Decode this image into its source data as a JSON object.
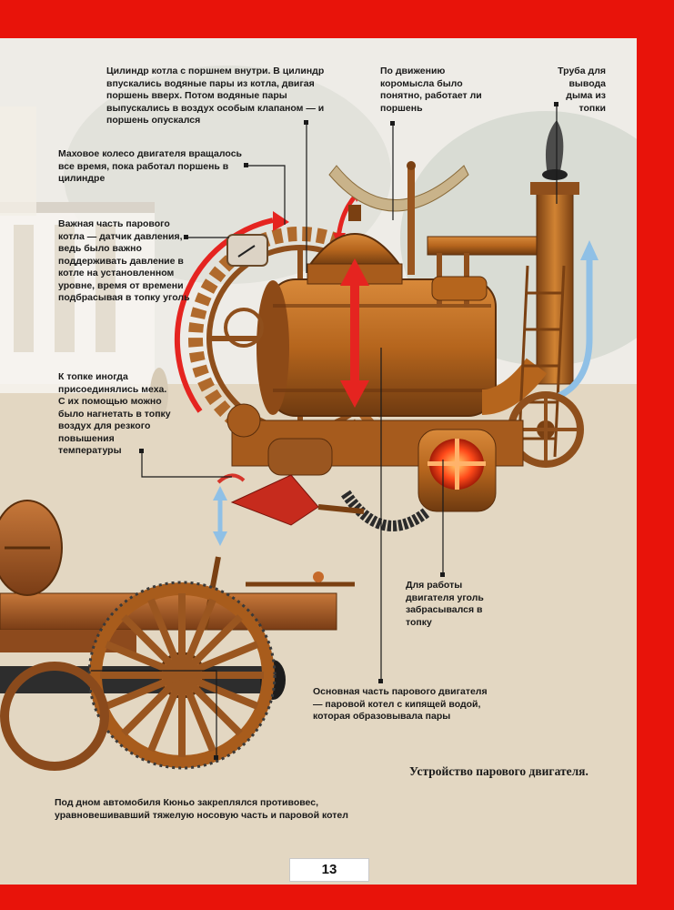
{
  "annotations": {
    "cylinder": "Цилиндр котла с поршнем внутри. В цилиндр впускались водяные пары из котла, двигая поршень вверх. Потом водяные пары выпускались в воздух особым клапаном — и поршень опускался",
    "rocker": "По движению коромысла было понятно, работает ли поршень",
    "chimney": "Труба для вывода дыма из топки",
    "flywheel": "Маховое колесо двигателя вращалось все время, пока работал поршень в цилиндре",
    "gauge": "Важная часть парового котла — датчик давления, ведь было важно поддерживать давление в котле на установленном уровне, время от времени подбрасывая в топку уголь",
    "bellows": "К топке иногда присоединялись меха. С их помощью можно было нагнетать в топку воздух для резкого повышения температуры",
    "coal": "Для работы двигателя уголь забрасывался в топку",
    "boiler": "Основная часть парового двигателя — паровой котел с кипящей водой, которая образовывала пары",
    "counterweight": "Под дном автомобиля Кюньо закреплялся противовес, уравновешивавший тяжелую носовую часть и паровой котел"
  },
  "caption": "Устройство парового двигателя.",
  "page_number": "13",
  "colors": {
    "border": "#e8130a",
    "copper": "#b5651d",
    "arrow_red": "#e52420",
    "arrow_blue": "#8fc0e6",
    "firebox_glow": "#ff4a1a"
  }
}
